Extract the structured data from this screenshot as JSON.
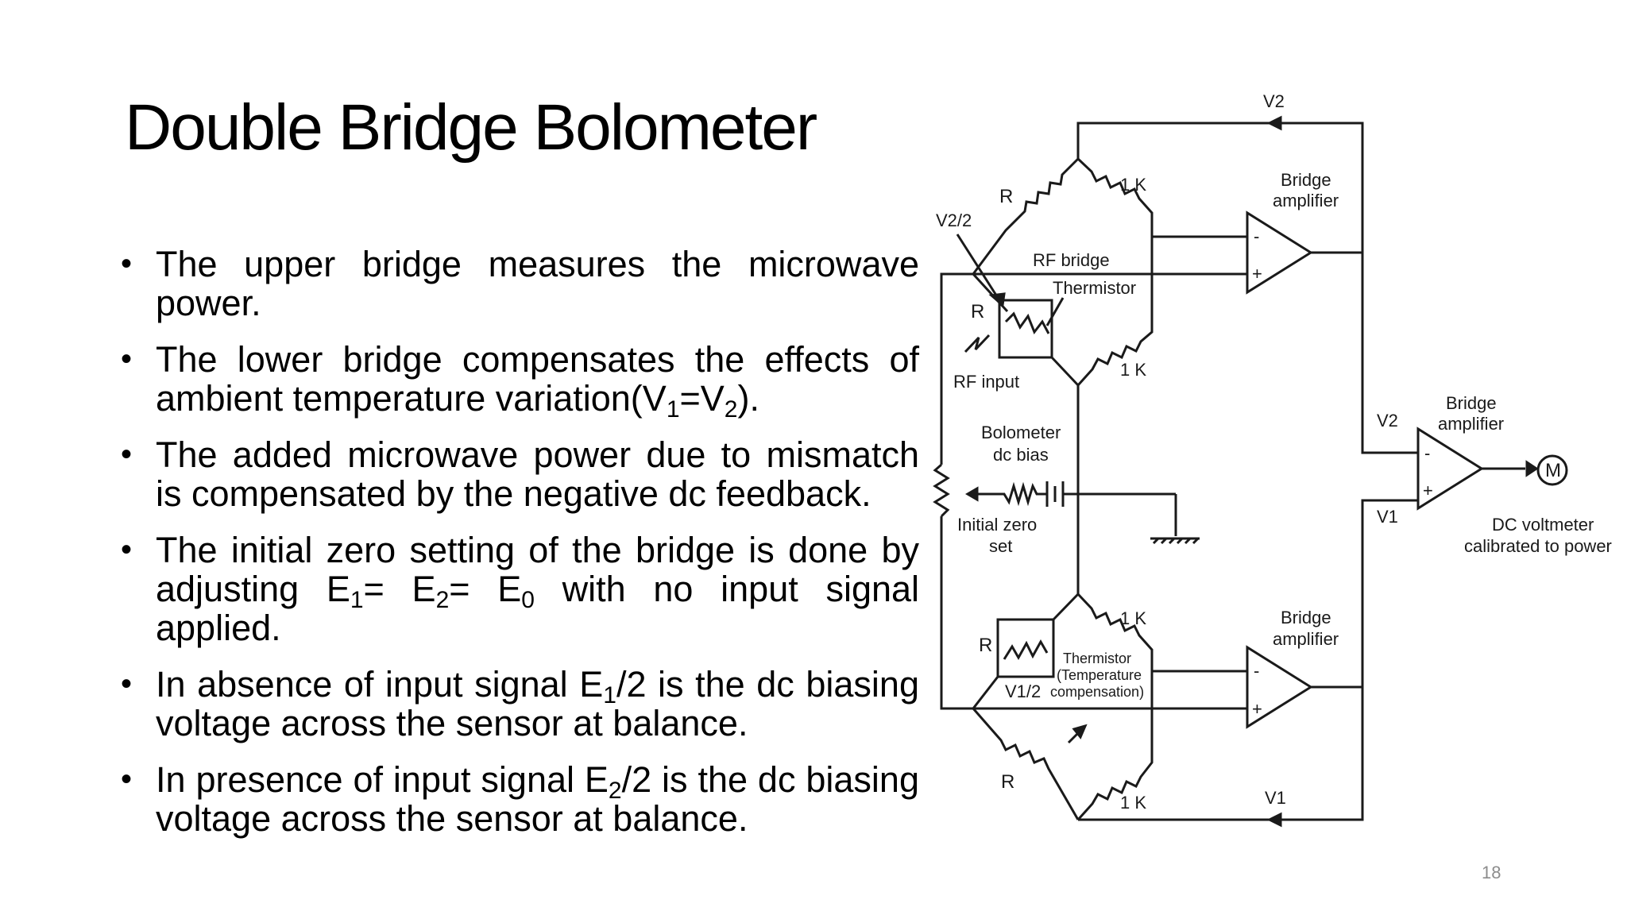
{
  "slide": {
    "title": "Double Bridge Bolometer",
    "page_number": "18"
  },
  "bullets": [
    {
      "parts": [
        "The upper bridge measures the microwave power."
      ]
    },
    {
      "parts": [
        "The lower bridge compensates the effects of ambient temperature variation(V",
        "1",
        "=V",
        "2",
        ")."
      ]
    },
    {
      "parts": [
        "The added microwave power due to mismatch is compensated by the negative dc feedback."
      ]
    },
    {
      "parts": [
        "The initial zero setting of the bridge is done by adjusting E",
        "1",
        "= E",
        "2",
        "= E",
        "0",
        " with no input signal applied."
      ]
    },
    {
      "parts": [
        "In absence of input signal E",
        "1",
        "/2 is the dc biasing voltage across the sensor at balance."
      ]
    },
    {
      "parts": [
        "In presence of input signal E",
        "2",
        "/2 is the dc biasing voltage across the sensor at balance."
      ]
    }
  ],
  "diagram": {
    "v2_top": "V2",
    "v2_half": "V2/2",
    "r_upper_left": "R",
    "k_upper_right": "1 K",
    "bridge_amp_top_1": "Bridge",
    "bridge_amp_top_2": "amplifier",
    "rf_bridge": "RF bridge",
    "thermistor": "Thermistor",
    "r_thermistor": "R",
    "rf_input": "RF input",
    "k_upper_lower": "1 K",
    "bolometer_1": "Bolometer",
    "bolometer_2": "dc bias",
    "v2_right": "V2",
    "v1_right": "V1",
    "bridge_amp_right_1": "Bridge",
    "bridge_amp_right_2": "amplifier",
    "meter_symbol": "M",
    "dc_voltmeter_1": "DC voltmeter",
    "dc_voltmeter_2": "calibrated to power",
    "initial_zero_1": "Initial zero",
    "initial_zero_2": "set",
    "k_lower_upper": "1 K",
    "bridge_amp_bottom_1": "Bridge",
    "bridge_amp_bottom_2": "amplifier",
    "r_lower_thermistor": "R",
    "thermistor_comp_1": "Thermistor",
    "thermistor_comp_2": "(Temperature",
    "thermistor_comp_3": "compensation)",
    "v1_half": "V1/2",
    "r_lower_left": "R",
    "k_lower_right": "1 K",
    "v1_bottom": "V1",
    "amp_minus": "-",
    "amp_plus": "+"
  }
}
